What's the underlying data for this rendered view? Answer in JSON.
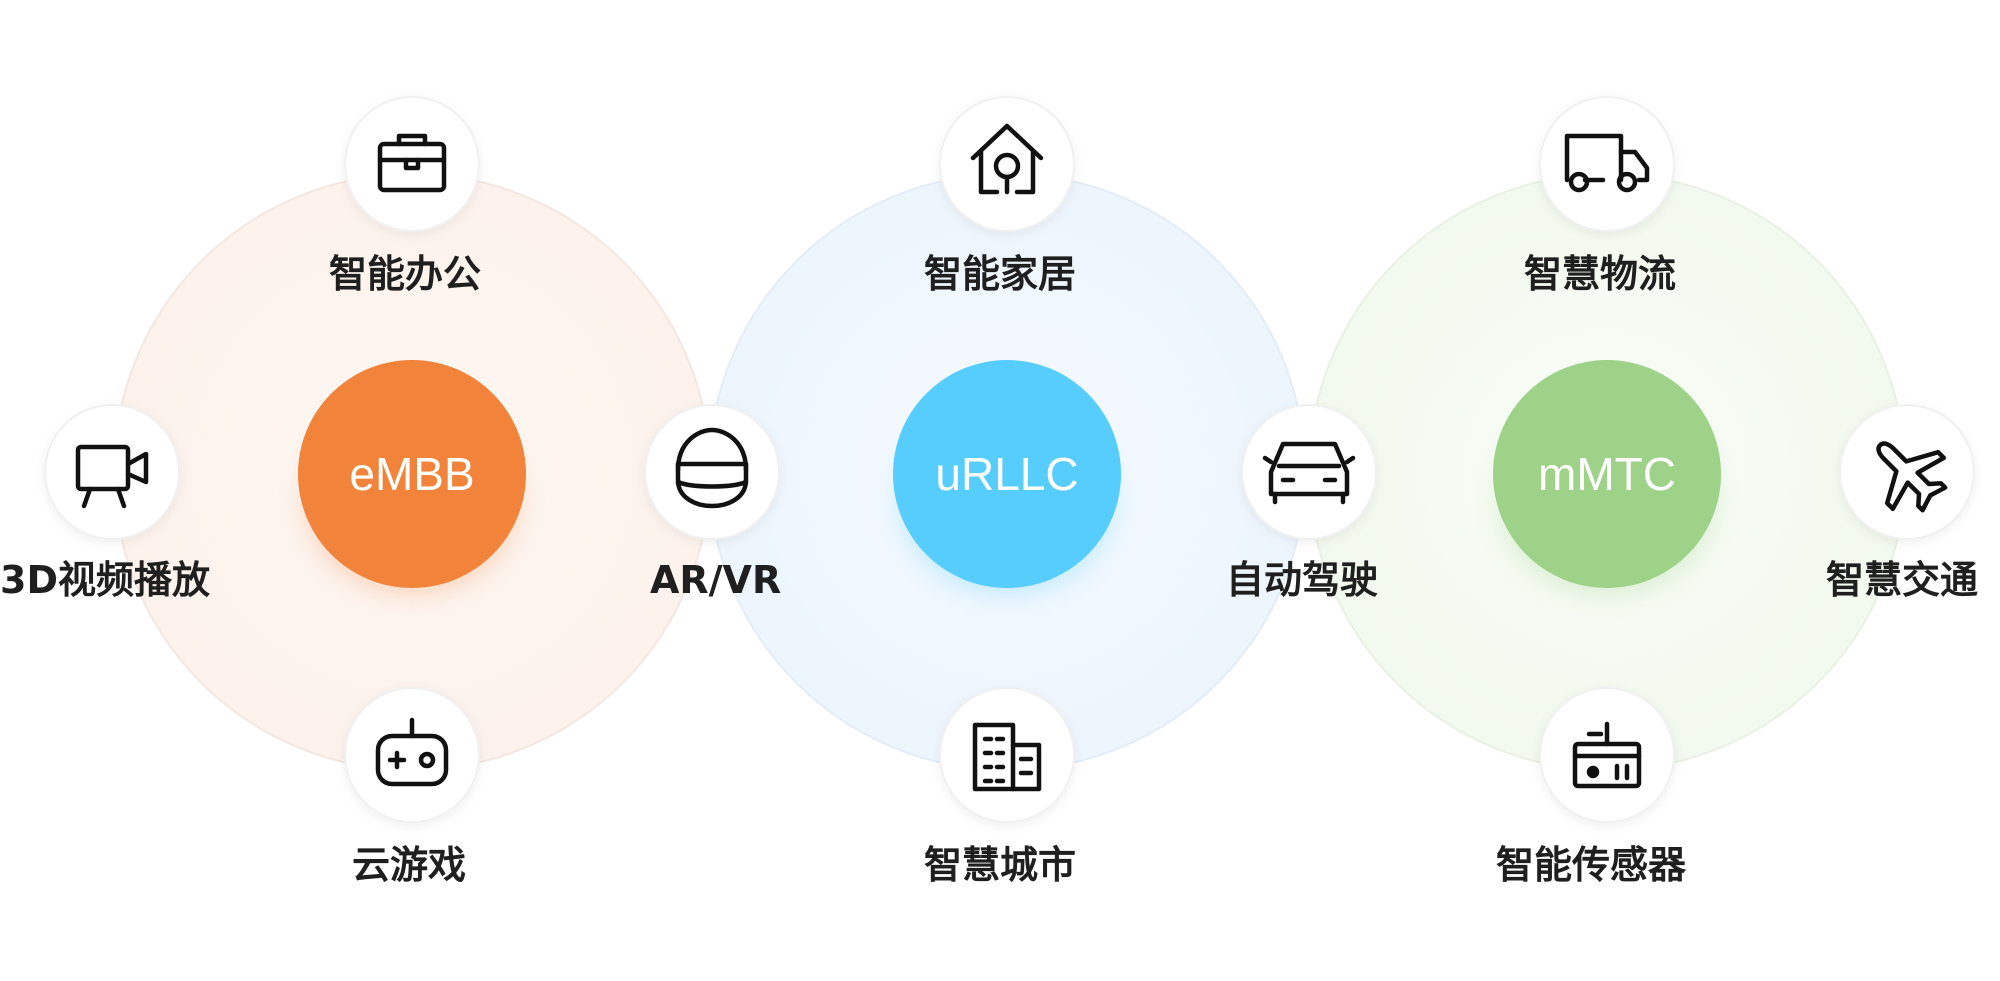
{
  "colors": {
    "embb_core": "#f1843a",
    "embb_zone": "#fdf3ee",
    "urllc_core": "#56cdfd",
    "urllc_zone": "#eef6fe",
    "mmtc_core": "#9dd288",
    "mmtc_zone": "#f3faef",
    "text": "#1f1f1f",
    "icon_stroke": "#111111"
  },
  "groups": [
    {
      "name": "eMBB",
      "items": [
        {
          "label": "智能办公",
          "icon": "briefcase-icon"
        },
        {
          "label": "3D视频播放",
          "icon": "video-camera-icon"
        },
        {
          "label": "云游戏",
          "icon": "gamepad-icon"
        },
        {
          "label": "AR/VR",
          "icon": "vr-headset-icon"
        }
      ]
    },
    {
      "name": "uRLLC",
      "items": [
        {
          "label": "智能家居",
          "icon": "smart-home-icon"
        },
        {
          "label": "智慧城市",
          "icon": "city-building-icon"
        },
        {
          "label": "自动驾驶",
          "icon": "car-icon"
        }
      ]
    },
    {
      "name": "mMTC",
      "items": [
        {
          "label": "智慧物流",
          "icon": "truck-icon"
        },
        {
          "label": "智能传感器",
          "icon": "sensor-icon"
        },
        {
          "label": "智慧交通",
          "icon": "airplane-icon"
        }
      ]
    }
  ]
}
